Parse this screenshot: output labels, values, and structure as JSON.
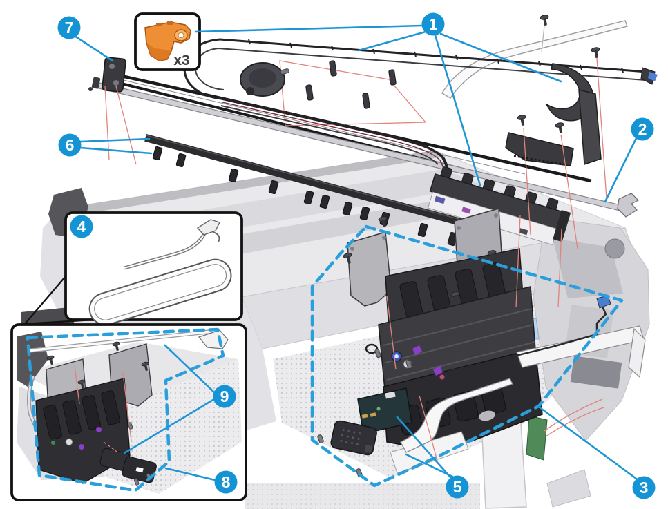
{
  "diagram": {
    "type": "exploded-parts-diagram",
    "quantity_label": "x3",
    "callouts": [
      {
        "label": "1"
      },
      {
        "label": "2"
      },
      {
        "label": "3"
      },
      {
        "label": "4"
      },
      {
        "label": "5"
      },
      {
        "label": "6"
      },
      {
        "label": "7"
      },
      {
        "label": "8"
      },
      {
        "label": "9"
      }
    ],
    "colors": {
      "accent_blue": "#1494d4",
      "dashed_blue": "#2b9fdb",
      "leader_red": "#e0837b",
      "part_orange": "#ef8f35",
      "part_dark": "#2e2e33",
      "chassis_light": "#e9e9ec"
    }
  }
}
